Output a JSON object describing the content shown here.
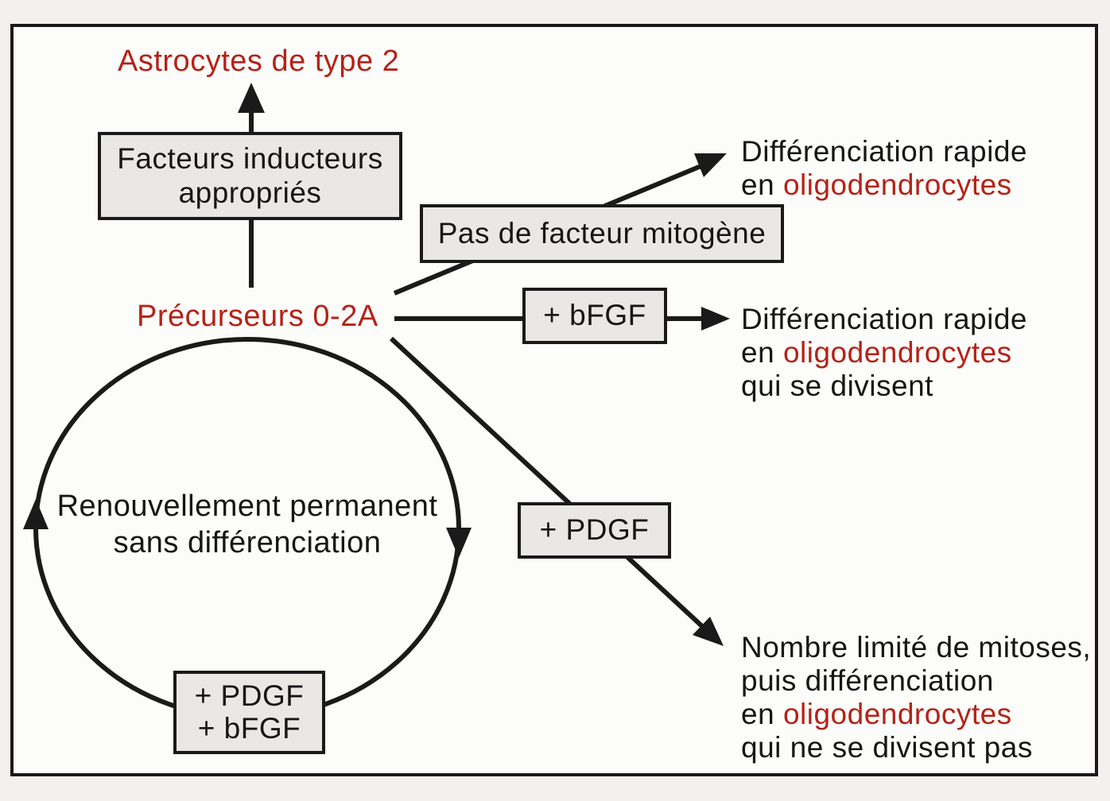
{
  "diagram": {
    "astrocytes": "Astrocytes de type 2",
    "precursor": "Précurseurs 0-2A",
    "boxes": {
      "facteurs": {
        "line1": "Facteurs inducteurs",
        "line2": "appropriés"
      },
      "pas_facteur": "Pas de facteur mitogène",
      "bfgf": "+ bFGF",
      "pdgf": "+ PDGF",
      "pdgf_bfgf": {
        "line1": "+ PDGF",
        "line2": "+ bFGF"
      }
    },
    "cycle": {
      "line1": "Renouvellement permanent",
      "line2": "sans différenciation"
    },
    "outcomes": {
      "top": {
        "line1": "Différenciation rapide",
        "en": "en ",
        "red": "oligodendrocytes"
      },
      "middle": {
        "line1": "Différenciation rapide",
        "en": "en ",
        "red": "oligodendrocytes",
        "line3": "qui se divisent"
      },
      "bottom": {
        "line1": "Nombre limité de mitoses,",
        "line2": "puis différenciation",
        "en": "en ",
        "red": "oligodendrocytes",
        "line4": "qui ne se divisent pas"
      }
    },
    "colors": {
      "red_text": "#b32318",
      "black_text": "#161616",
      "box_fill": "#e9e8e4",
      "page_bg": "#f2f1ee",
      "panel_bg": "#fcfcfa"
    }
  }
}
